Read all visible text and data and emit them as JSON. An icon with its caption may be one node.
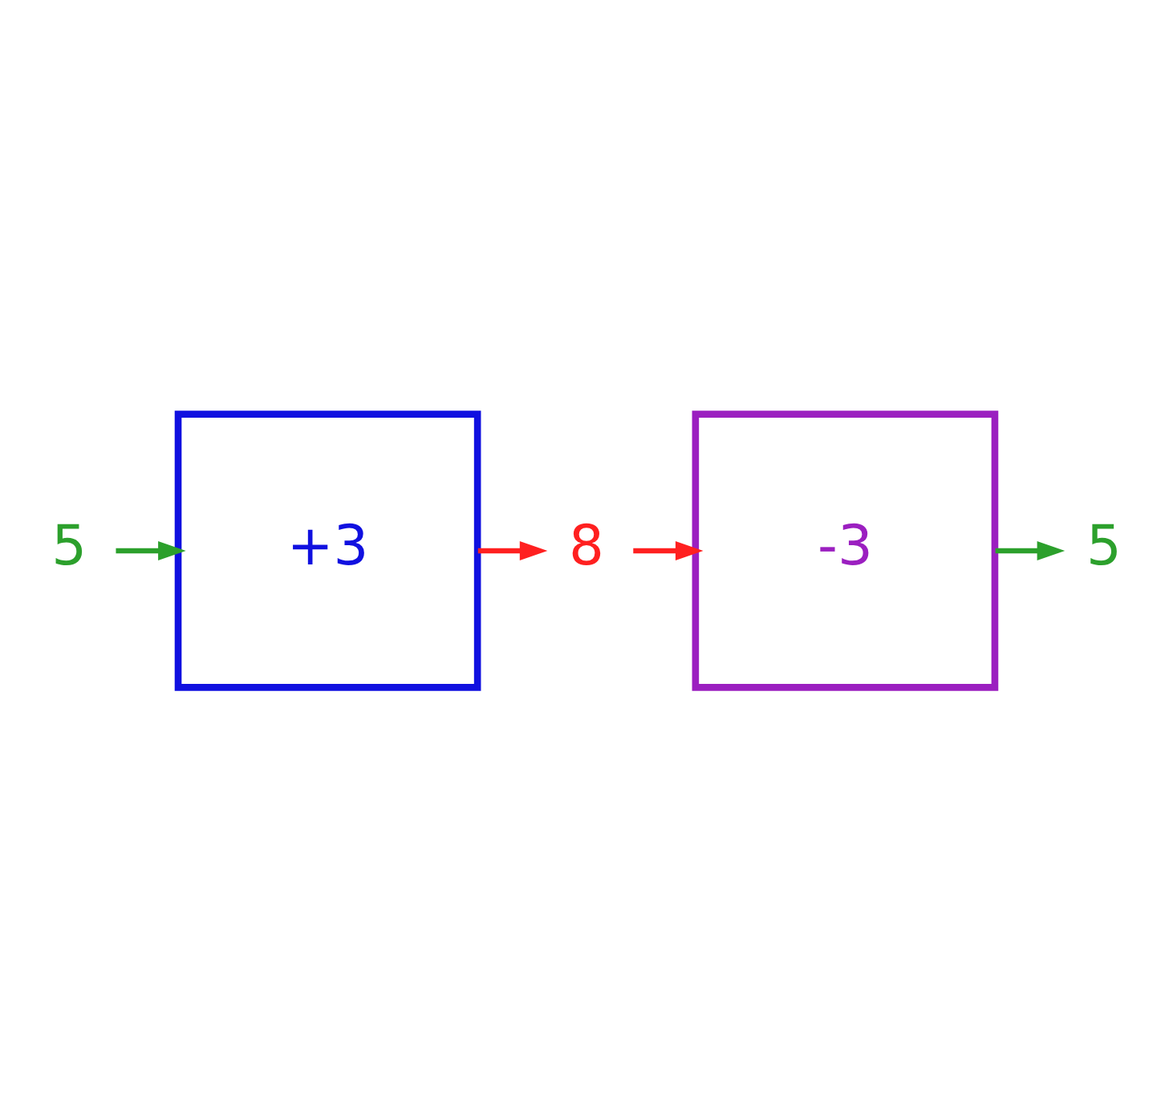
{
  "diagram": {
    "nodes": [
      {
        "text": [
          "5"
        ]
      },
      {
        "text": [
          "+3"
        ]
      },
      {
        "text": [
          "8"
        ]
      },
      {
        "text": [
          "-3"
        ]
      },
      {
        "text": [
          "5"
        ]
      }
    ],
    "edges": [
      {
        "from": 0,
        "to": 1,
        "arrow": "to",
        "color": "#2ca02c"
      },
      {
        "from": 1,
        "to": 2,
        "arrow": "to",
        "color": "#ff2020"
      },
      {
        "from": 2,
        "to": 3,
        "arrow": "to",
        "color": "#ff2020"
      },
      {
        "from": 3,
        "to": 4,
        "arrow": "to",
        "color": "#2ca02c"
      }
    ]
  }
}
